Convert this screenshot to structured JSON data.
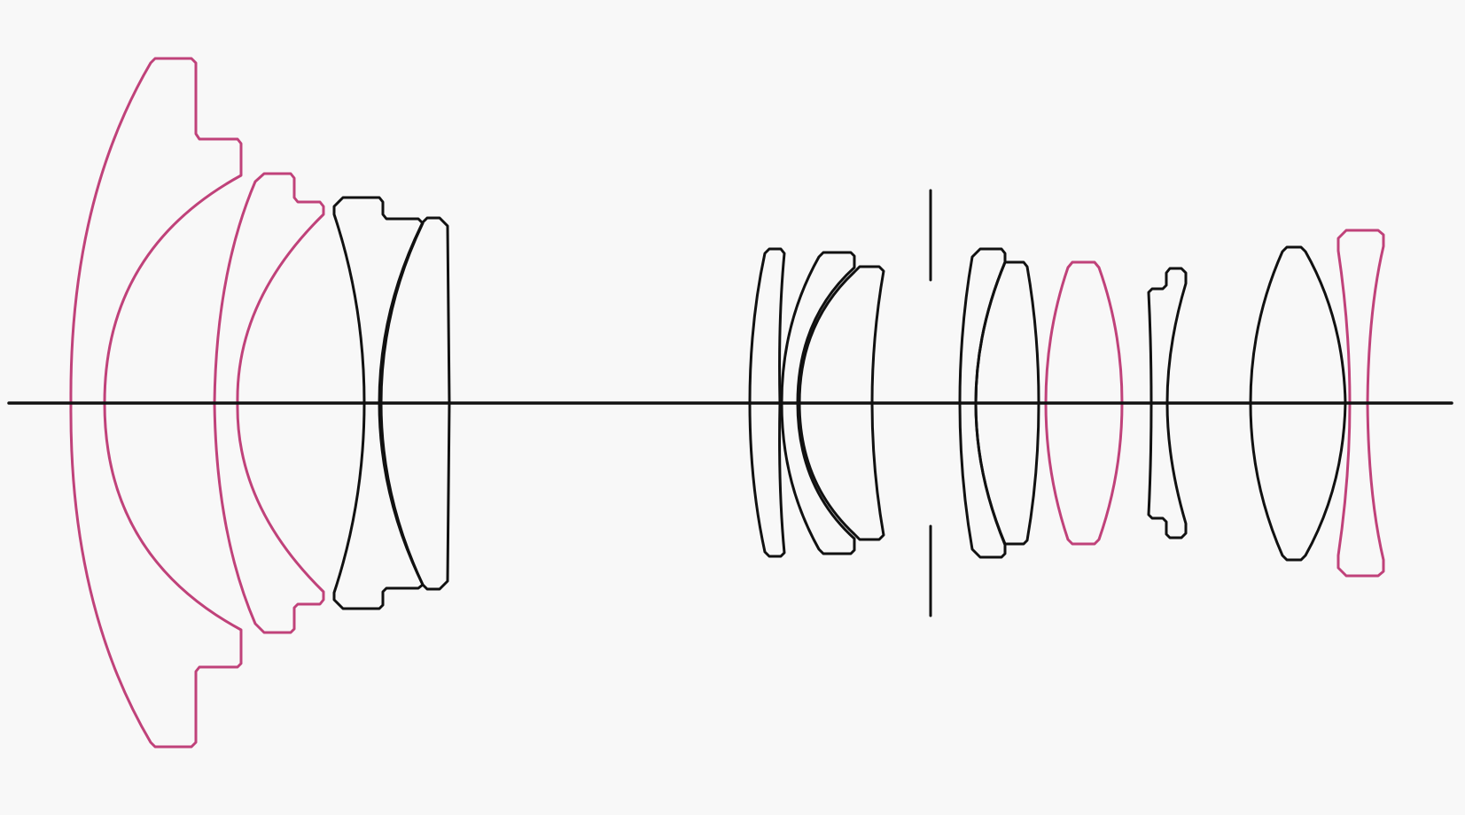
{
  "colors": {
    "background": "#f8f8f8",
    "outline": "#111111",
    "aspherical_outline": "#c0427a",
    "low_dispersion_fill": "#fddd62",
    "special_glass_fill": "#42a8d2",
    "plain_fill": "#ffffff"
  },
  "elements": [
    {
      "name": "lens-element-1",
      "style": "aspherical",
      "fill": "plain"
    },
    {
      "name": "lens-element-2",
      "style": "aspherical",
      "fill": "plain"
    },
    {
      "name": "lens-element-3",
      "style": "normal",
      "fill": "low_dispersion"
    },
    {
      "name": "lens-element-4",
      "style": "normal",
      "fill": "plain"
    },
    {
      "name": "lens-element-5",
      "style": "normal",
      "fill": "plain"
    },
    {
      "name": "lens-element-6",
      "style": "normal",
      "fill": "plain"
    },
    {
      "name": "lens-element-7",
      "style": "normal",
      "fill": "plain"
    },
    {
      "name": "lens-element-8",
      "style": "normal",
      "fill": "plain"
    },
    {
      "name": "lens-element-9",
      "style": "normal",
      "fill": "low_dispersion"
    },
    {
      "name": "lens-element-10",
      "style": "aspherical",
      "fill": "special_glass"
    },
    {
      "name": "lens-element-11",
      "style": "normal",
      "fill": "plain"
    },
    {
      "name": "lens-element-12",
      "style": "normal",
      "fill": "low_dispersion"
    },
    {
      "name": "lens-element-13",
      "style": "aspherical",
      "fill": "plain"
    }
  ]
}
